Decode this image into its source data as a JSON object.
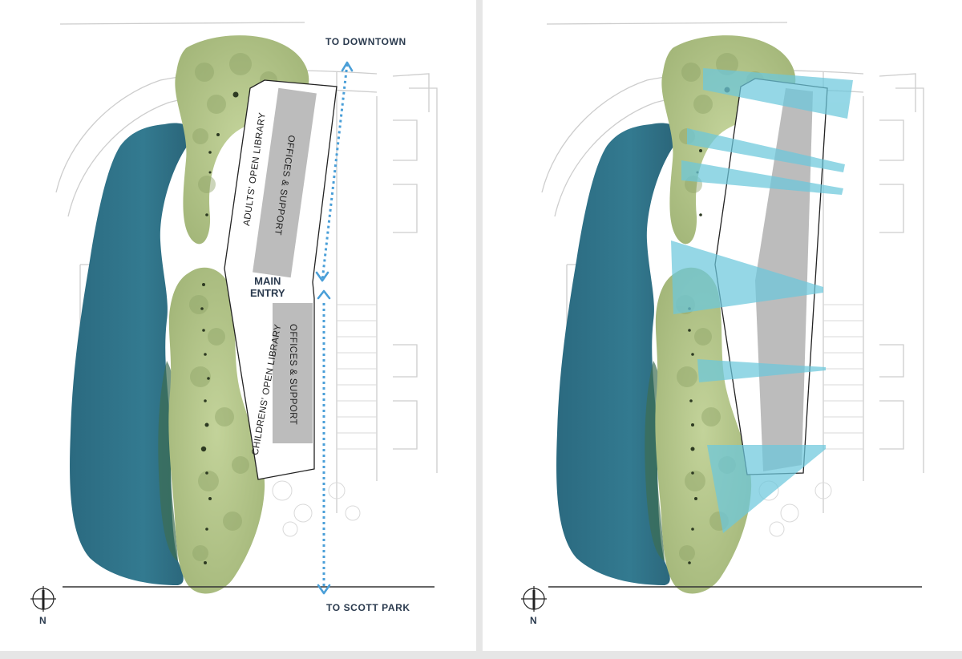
{
  "labels": {
    "to_downtown": "TO DOWNTOWN",
    "to_scott_park": "TO SCOTT PARK",
    "main_entry_line1": "MAIN",
    "main_entry_line2": "ENTRY",
    "adults_library": "ADULTS' OPEN LIBRARY",
    "offices_support_upper": "OFFICES & SUPPORT",
    "childrens_library": "CHILDRENS' OPEN LIBRARY",
    "offices_support_lower": "OFFICES & SUPPORT",
    "north": "N"
  },
  "colors": {
    "water": "#2f6e84",
    "trees": "#b4c58a",
    "building_core": "#bcbcbc",
    "path_arrow": "#4a9fd8",
    "view_cones": "#6cc8dc",
    "site_lines": "#c8c8c8",
    "label_text": "#2a3a4e"
  },
  "icons": {
    "north_arrow": "north-arrow-icon",
    "path_arrows": "double-arrow-icon"
  }
}
